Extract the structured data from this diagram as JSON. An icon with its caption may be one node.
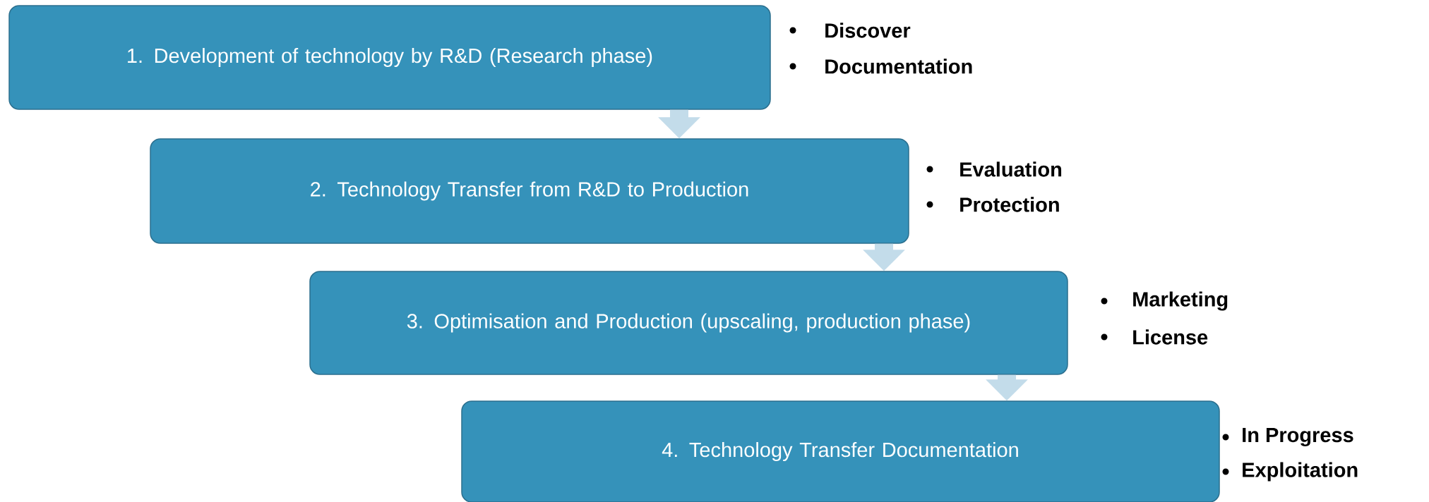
{
  "diagram": {
    "nodes": [
      {
        "text": [
          "1. Development of technology by R&D (Research phase)"
        ],
        "beside": [
          "Discover",
          "Documentation"
        ]
      },
      {
        "text": [
          "2. Technology Transfer from R&D to Production"
        ],
        "beside": [
          "Evaluation",
          "Protection"
        ]
      },
      {
        "text": [
          "3. Optimisation and Production (upscaling, production phase)"
        ],
        "beside": [
          "Marketing",
          "License"
        ]
      },
      {
        "text": [
          "4. Technology Transfer Documentation"
        ],
        "beside": [
          "In Progress",
          "Exploitation"
        ]
      }
    ],
    "edges": [
      {
        "from": 0,
        "to": 1,
        "arrow": "to"
      },
      {
        "from": 1,
        "to": 2,
        "arrow": "to"
      },
      {
        "from": 2,
        "to": 3,
        "arrow": "to"
      }
    ]
  }
}
